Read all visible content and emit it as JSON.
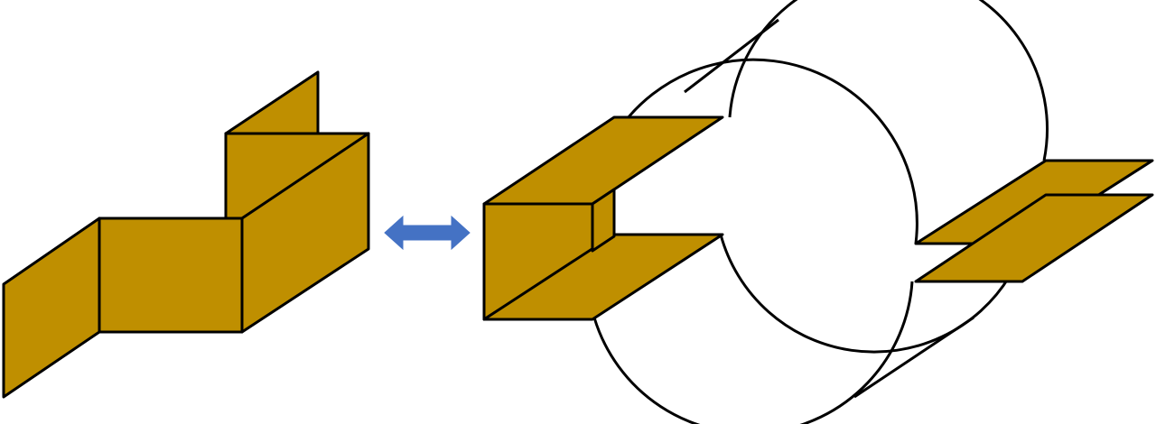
{
  "colors": {
    "surface_fill": "#BF8F00",
    "outline": "#000000",
    "arrow_fill": "#4472C4",
    "background": "#FFFFFF"
  },
  "left_figure": {
    "shape": "unfolded folded-strip surface (flat panels)"
  },
  "connector": {
    "icon": "double-headed-arrow-icon",
    "direction": "bidirectional"
  },
  "right_figure": {
    "shape": "panels joined by curved cylindrical sheets"
  }
}
